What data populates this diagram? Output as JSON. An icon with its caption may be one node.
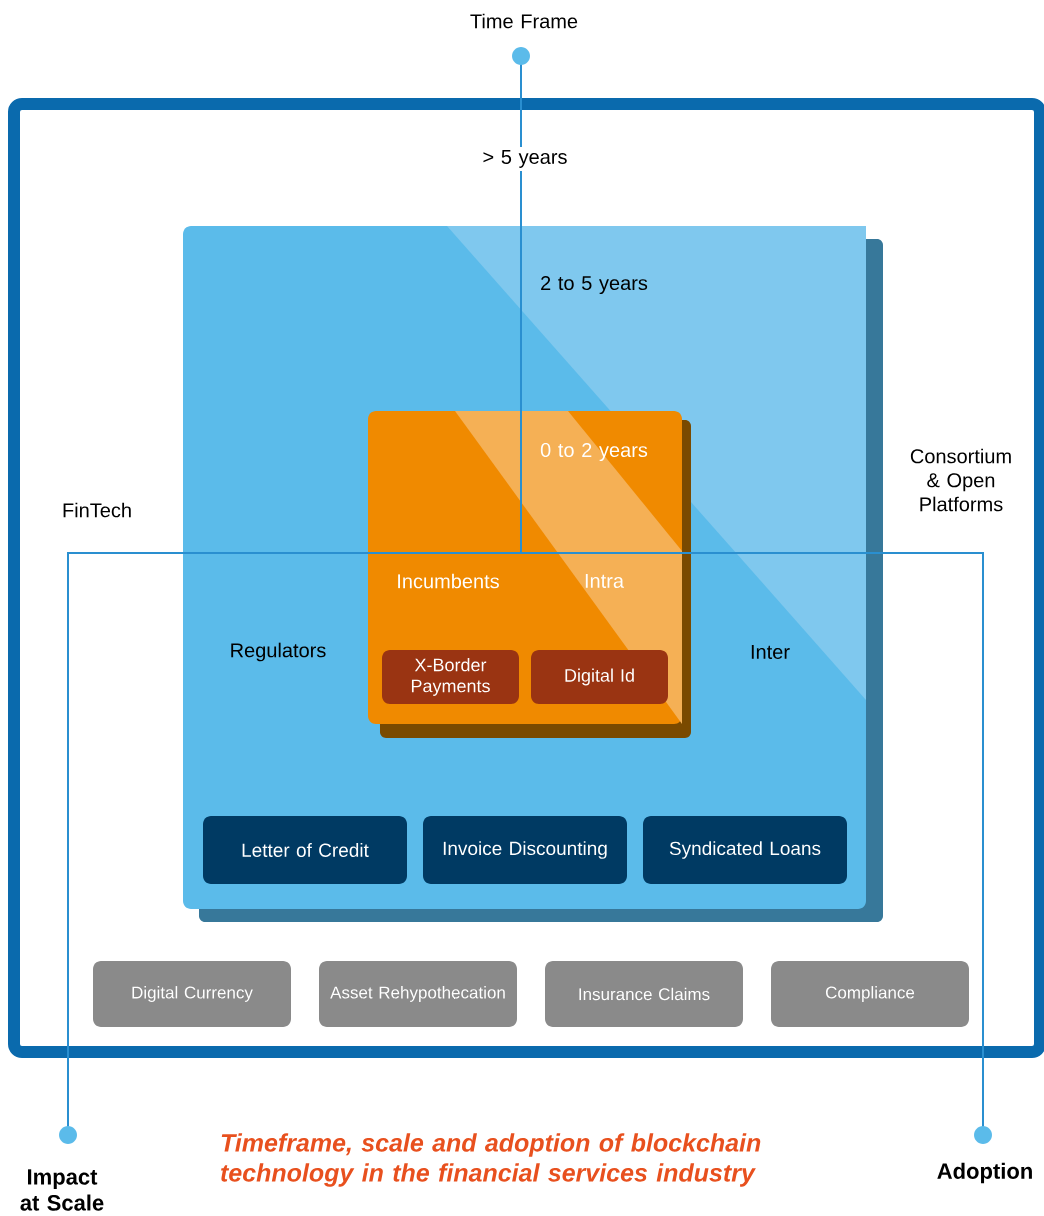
{
  "diagram": {
    "caption": "Timeframe, scale and adoption of blockchain technology in the financial services industry",
    "nodes": [
      {
        "text": [
          "> 5 years",
          "FinTech",
          "Consortium & Open Platforms"
        ]
      },
      {
        "text": [
          "2 to 5 years",
          "Regulators",
          "Inter"
        ],
        "in": 0
      },
      {
        "text": [
          "0 to 2 years",
          "Incumbents",
          "Intra"
        ],
        "in": 1
      },
      {
        "text": [
          "X-Border Payments"
        ],
        "in": 2
      },
      {
        "text": [
          "Digital Id"
        ],
        "in": 2
      },
      {
        "text": [
          "Letter of Credit"
        ],
        "in": 1
      },
      {
        "text": [
          "Invoice Discounting"
        ],
        "in": 1
      },
      {
        "text": [
          "Syndicated Loans"
        ],
        "in": 1
      },
      {
        "text": [
          "Digital Currency"
        ],
        "in": 0
      },
      {
        "text": [
          "Asset Rehypothecation"
        ],
        "in": 0
      },
      {
        "text": [
          "Insurance Claims"
        ],
        "in": 0
      },
      {
        "text": [
          "Compliance"
        ],
        "in": 0
      }
    ],
    "labels": [
      "Time Frame",
      "Impact at Scale",
      "Adoption"
    ]
  }
}
